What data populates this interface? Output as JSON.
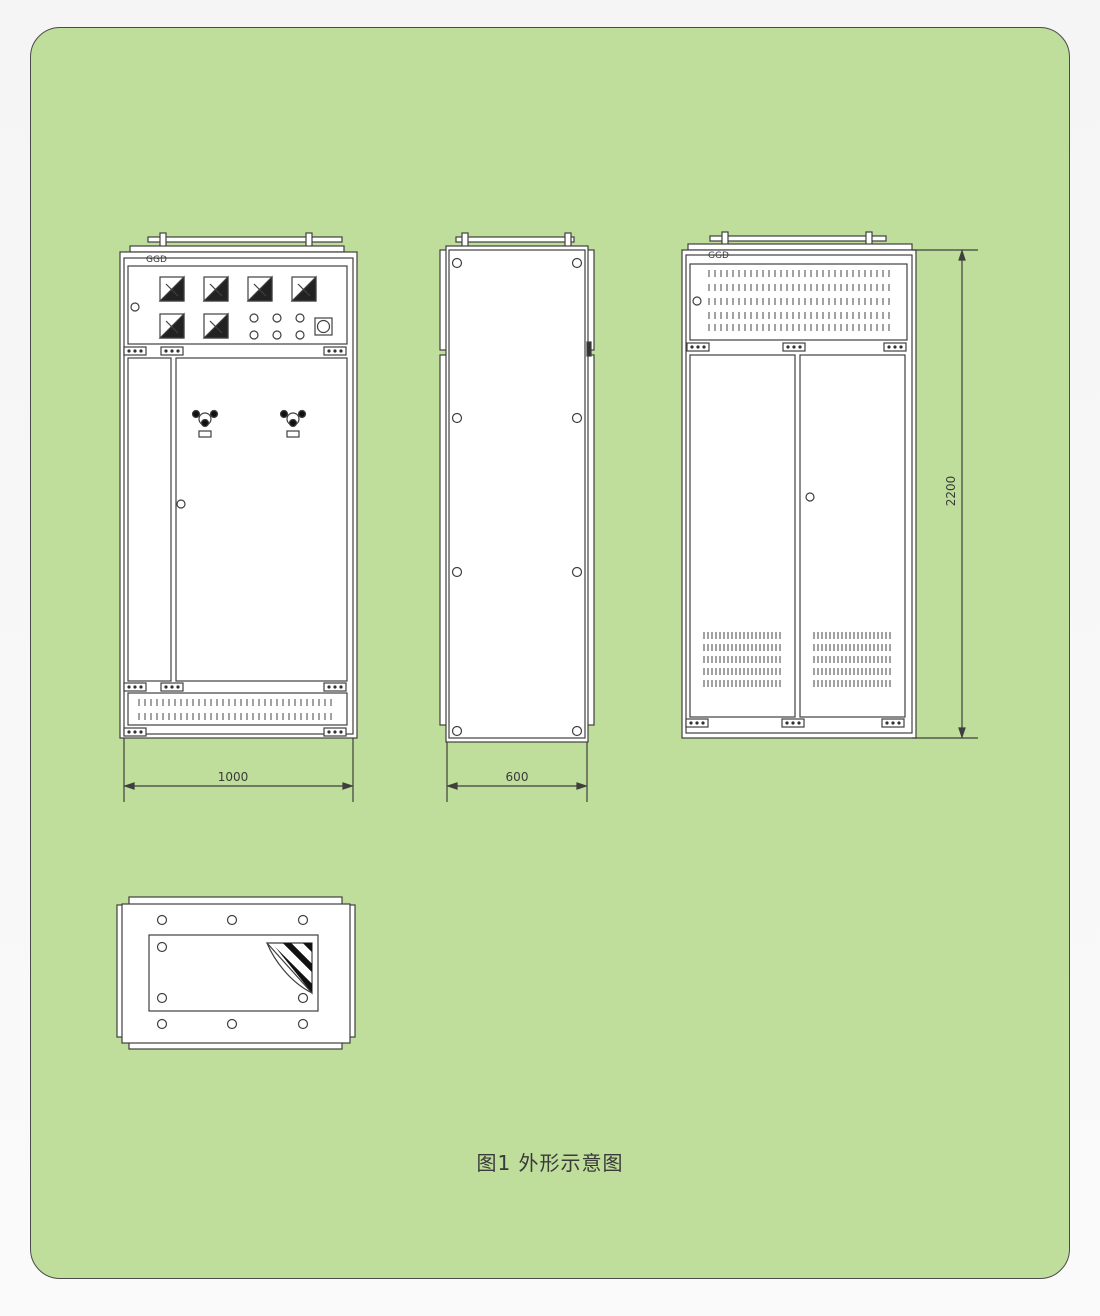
{
  "colors": {
    "background": "#bfdd9b",
    "stroke": "#3f3f3f",
    "cabinet_fill": "#ffffff"
  },
  "front_view": {
    "brand_label": "GGD",
    "meter_count": 6,
    "indicator_count": 6
  },
  "rear_view": {
    "brand_label": "GGD"
  },
  "dimensions": {
    "width": "1000",
    "depth": "600",
    "height": "2200"
  },
  "caption": "图1 外形示意图"
}
